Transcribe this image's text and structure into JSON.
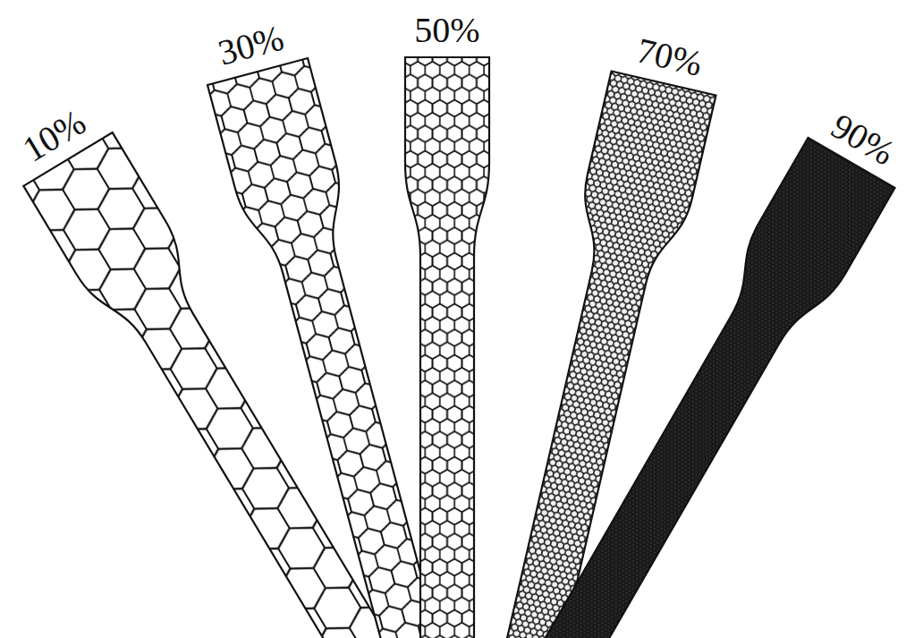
{
  "diagram": {
    "labels": [
      "10%",
      "30%",
      "50%",
      "70%",
      "90%"
    ]
  }
}
